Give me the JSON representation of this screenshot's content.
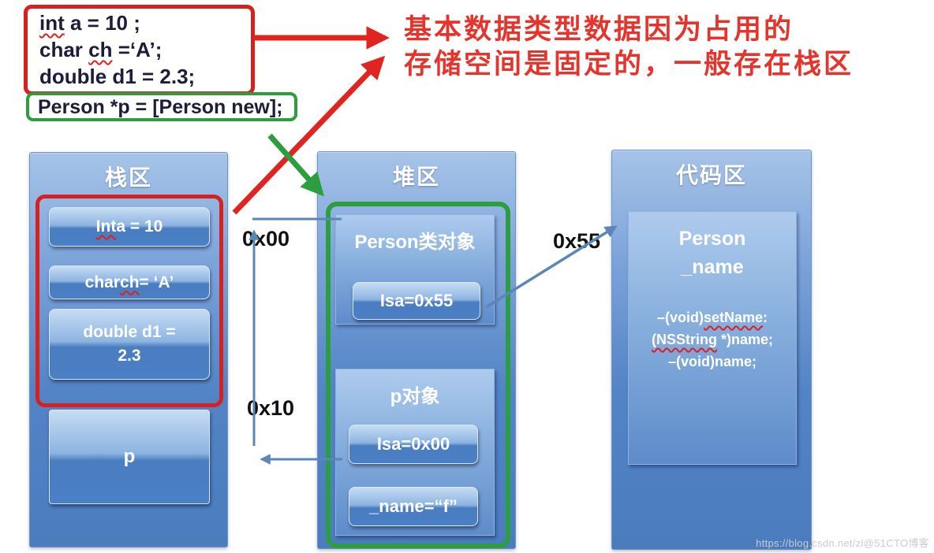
{
  "annotation": {
    "line1": "基本数据类型数据因为占用的",
    "line2": "存储空间是固定的，一般存在栈区"
  },
  "code_snippet": {
    "line1_kw": "int",
    "line1_rest": "  a = 10 ;",
    "line2_pre": "char ",
    "line2_kw": "ch",
    "line2_rest": " =‘A’;",
    "line3": "double d1 = 2.3;",
    "line4": "Person *p = [Person new];"
  },
  "columns": {
    "stack": {
      "title": "栈区",
      "box_int_kw": "Int",
      "box_int_rest": " a = 10",
      "box_char_pre": "char ",
      "box_char_kw": "ch",
      "box_char_rest": " = ‘A’",
      "box_double_line1": "double d1 =",
      "box_double_line2": "2.3",
      "box_p": "p"
    },
    "heap": {
      "title": "堆区",
      "person_class_title": "Person类对象",
      "person_class_isa": "Isa=0x55",
      "p_object_title": "p对象",
      "p_object_isa": "Isa=0x00",
      "p_object_name": "_name=“f”"
    },
    "code": {
      "title": "代码区",
      "class_name": "Person",
      "ivar": "_name",
      "method1_pre": "–(void)",
      "method1_kw": "setName",
      "method1_post": ":",
      "method2_kw": "(NSString",
      "method2_rest": " *)name;",
      "method3": "–(void)name;"
    }
  },
  "labels": {
    "addr_00": "0x00",
    "addr_10": "0x10",
    "addr_55": "0x55"
  },
  "watermark": "https://blog.csdn.net/zl@51CTO博客",
  "colors": {
    "red_accent": "#d8201f",
    "green_accent": "#2d9e40",
    "annotation_red": "#e5342b",
    "column_blue": "#5384c5",
    "connector_blue": "#5b87b8",
    "code_text": "#1d1d3a"
  }
}
